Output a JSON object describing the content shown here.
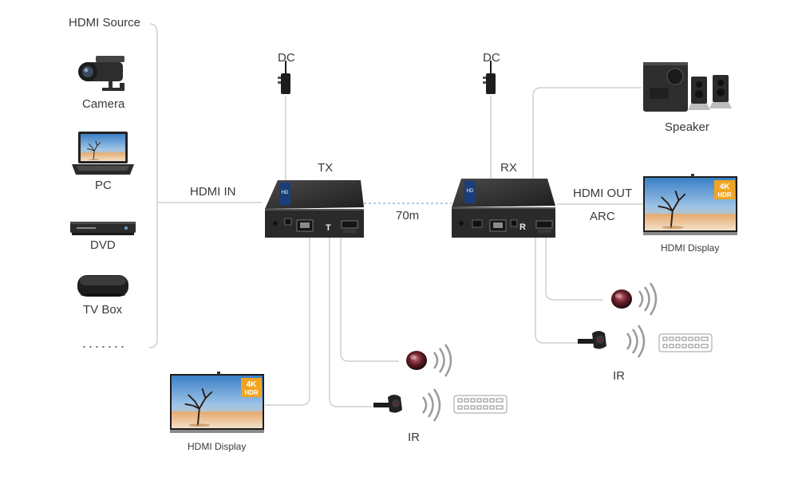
{
  "source_header": "HDMI Source",
  "sources": [
    "Camera",
    "PC",
    "DVD",
    "TV Box"
  ],
  "more": ".......",
  "dc_label": "DC",
  "tx_label": "TX",
  "rx_label": "RX",
  "hdmi_in_label": "HDMI IN",
  "distance_label": "70m",
  "hdmi_out_label": "HDMI OUT",
  "arc_label": "ARC",
  "speaker_label": "Speaker",
  "display_label": "HDMI Display",
  "ir_label": "IR",
  "display_badge": {
    "line1": "4K",
    "line2": "HDR"
  },
  "colors": {
    "line": "#cfcfcf",
    "cable": "#9ec7e8",
    "device": "#2b2b2b",
    "text": "#3a3a3a",
    "badge": "#f1a51f"
  }
}
